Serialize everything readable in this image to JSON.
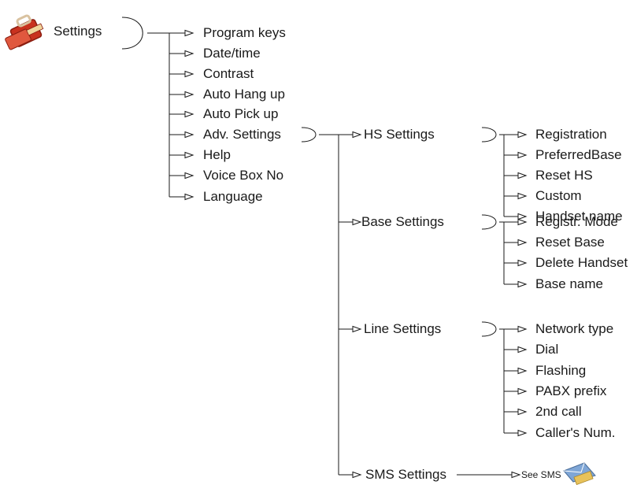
{
  "root": {
    "label": "Settings",
    "icon": "toolbox-icon",
    "items": [
      "Program keys",
      "Date/time",
      "Contrast",
      "Auto Hang up",
      "Auto Pick up",
      "Adv. Settings",
      "Help",
      "Voice Box No",
      "Language"
    ]
  },
  "adv_settings": {
    "groups": [
      {
        "label": "HS Settings",
        "items": [
          "Registration",
          "PreferredBase",
          "Reset HS",
          "Custom",
          "Handset name"
        ]
      },
      {
        "label": "Base Settings",
        "items": [
          "Registr. Mode",
          "Reset Base",
          "Delete Handset",
          "Base name"
        ]
      },
      {
        "label": "Line Settings",
        "items": [
          "Network type",
          "Dial",
          "Flashing",
          "PABX prefix",
          "2nd call",
          "Caller's Num."
        ]
      },
      {
        "label": "SMS Settings",
        "link": "See SMS",
        "link_icon": "sms-envelope-icon"
      }
    ]
  },
  "colors": {
    "line": "#1a1a1a",
    "icon_red": "#c8321f",
    "icon_dark_red": "#8a1d10",
    "icon_handle": "#d9c2a0",
    "envelope_blue": "#7fa6d6",
    "envelope_yellow": "#e8c25a"
  }
}
